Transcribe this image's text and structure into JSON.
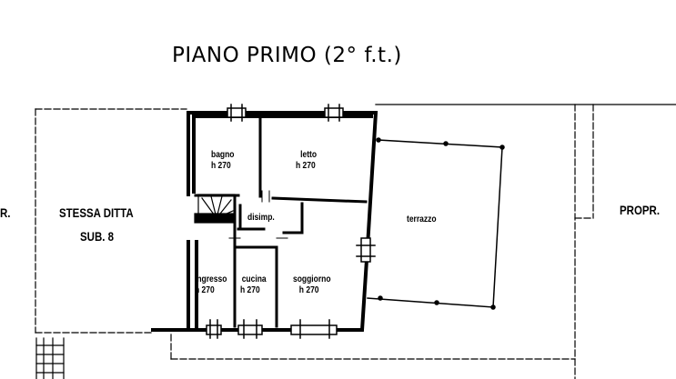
{
  "title": "PIANO PRIMO (2° f.t.)",
  "left_label_cut": "R.",
  "neighbor_left": {
    "line1": "STESSA DITTA",
    "line2": "SUB. 8"
  },
  "neighbor_right": "PROPR.",
  "rooms": {
    "bagno": {
      "name": "bagno",
      "height": "h 270"
    },
    "letto": {
      "name": "letto",
      "height": "h 270"
    },
    "disimp": {
      "name": "disimp."
    },
    "terrazzo": {
      "name": "terrazzo"
    },
    "ingresso": {
      "name": "ingresso",
      "height": "h 270"
    },
    "cucina": {
      "name": "cucina",
      "height": "h 270"
    },
    "soggiorno": {
      "name": "soggiorno",
      "height": "h 270"
    }
  },
  "colors": {
    "ink": "#000000",
    "paper": "#ffffff"
  }
}
